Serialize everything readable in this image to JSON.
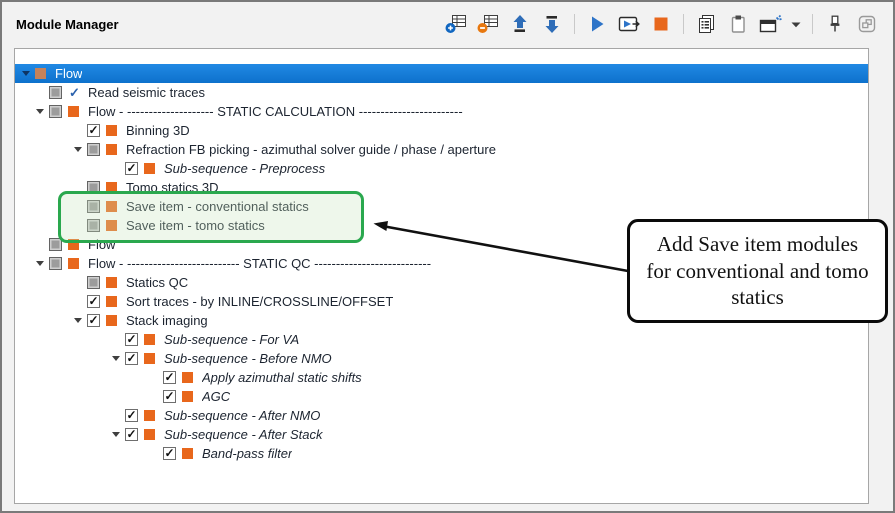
{
  "window": {
    "title": "Module Manager"
  },
  "colors": {
    "module_orange": "#e8671c",
    "selection_blue": "#1581dd",
    "highlight_green": "#2aa84e",
    "check_blue": "#2b62ad"
  },
  "toolbar": {
    "items": [
      {
        "name": "add-module"
      },
      {
        "name": "remove-module"
      },
      {
        "name": "move-up"
      },
      {
        "name": "move-down"
      },
      {
        "name": "separator"
      },
      {
        "name": "run"
      },
      {
        "name": "run-flow"
      },
      {
        "name": "stop"
      },
      {
        "name": "separator"
      },
      {
        "name": "module-list"
      },
      {
        "name": "paste"
      },
      {
        "name": "new-window"
      },
      {
        "name": "dropdown-caret"
      },
      {
        "name": "separator"
      },
      {
        "name": "pin"
      },
      {
        "name": "float-window"
      }
    ]
  },
  "tree": {
    "rows": [
      {
        "level": 0,
        "arrow": true,
        "checkbox": "none",
        "icon": "module",
        "label": "Flow",
        "italic": false,
        "selected": true
      },
      {
        "level": 1,
        "arrow": false,
        "checkbox": "partial",
        "icon": "check",
        "label": "Read seismic traces",
        "italic": false,
        "selected": false
      },
      {
        "level": 1,
        "arrow": true,
        "checkbox": "partial",
        "icon": "module",
        "label": "Flow - -------------------- STATIC CALCULATION ------------------------",
        "italic": false,
        "selected": false
      },
      {
        "level": 2,
        "arrow": false,
        "checkbox": "checked",
        "icon": "module",
        "label": "Binning 3D",
        "italic": false,
        "selected": false
      },
      {
        "level": 2,
        "arrow": true,
        "checkbox": "partial",
        "icon": "module",
        "label": "Refraction FB picking - azimuthal solver guide / phase / aperture",
        "italic": false,
        "selected": false
      },
      {
        "level": 3,
        "arrow": false,
        "checkbox": "checked",
        "icon": "module",
        "label": "Sub-sequence - Preprocess",
        "italic": true,
        "selected": false
      },
      {
        "level": 2,
        "arrow": false,
        "checkbox": "partial",
        "icon": "module",
        "label": "Tomo statics 3D",
        "italic": false,
        "selected": false
      },
      {
        "level": 2,
        "arrow": false,
        "checkbox": "partial",
        "icon": "module",
        "label": "Save item - conventional statics",
        "italic": false,
        "selected": false
      },
      {
        "level": 2,
        "arrow": false,
        "checkbox": "partial",
        "icon": "module",
        "label": "Save item - tomo statics",
        "italic": false,
        "selected": false
      },
      {
        "level": 1,
        "arrow": false,
        "checkbox": "partial",
        "icon": "module",
        "label": "Flow",
        "italic": false,
        "selected": false
      },
      {
        "level": 1,
        "arrow": true,
        "checkbox": "partial",
        "icon": "module",
        "label": "Flow - -------------------------- STATIC QC ---------------------------",
        "italic": false,
        "selected": false
      },
      {
        "level": 2,
        "arrow": false,
        "checkbox": "partial",
        "icon": "module",
        "label": "Statics QC",
        "italic": false,
        "selected": false
      },
      {
        "level": 2,
        "arrow": false,
        "checkbox": "checked",
        "icon": "module",
        "label": "Sort traces - by INLINE/CROSSLINE/OFFSET",
        "italic": false,
        "selected": false
      },
      {
        "level": 2,
        "arrow": true,
        "checkbox": "checked",
        "icon": "module",
        "label": "Stack imaging",
        "italic": false,
        "selected": false
      },
      {
        "level": 3,
        "arrow": false,
        "checkbox": "checked",
        "icon": "module",
        "label": "Sub-sequence - For VA",
        "italic": true,
        "selected": false
      },
      {
        "level": 3,
        "arrow": true,
        "checkbox": "checked",
        "icon": "module",
        "label": "Sub-sequence - Before NMO",
        "italic": true,
        "selected": false
      },
      {
        "level": 4,
        "arrow": false,
        "checkbox": "checked",
        "icon": "module",
        "label": "Apply azimuthal static shifts",
        "italic": true,
        "selected": false
      },
      {
        "level": 4,
        "arrow": false,
        "checkbox": "checked",
        "icon": "module",
        "label": "AGC",
        "italic": true,
        "selected": false
      },
      {
        "level": 3,
        "arrow": false,
        "checkbox": "checked",
        "icon": "module",
        "label": "Sub-sequence - After NMO",
        "italic": true,
        "selected": false
      },
      {
        "level": 3,
        "arrow": true,
        "checkbox": "checked",
        "icon": "module",
        "label": "Sub-sequence - After Stack",
        "italic": true,
        "selected": false
      },
      {
        "level": 4,
        "arrow": false,
        "checkbox": "checked",
        "icon": "module",
        "label": "Band-pass filter",
        "italic": true,
        "selected": false
      }
    ]
  },
  "annotation": {
    "text": "Add Save item modules for conventional and tomo statics"
  }
}
